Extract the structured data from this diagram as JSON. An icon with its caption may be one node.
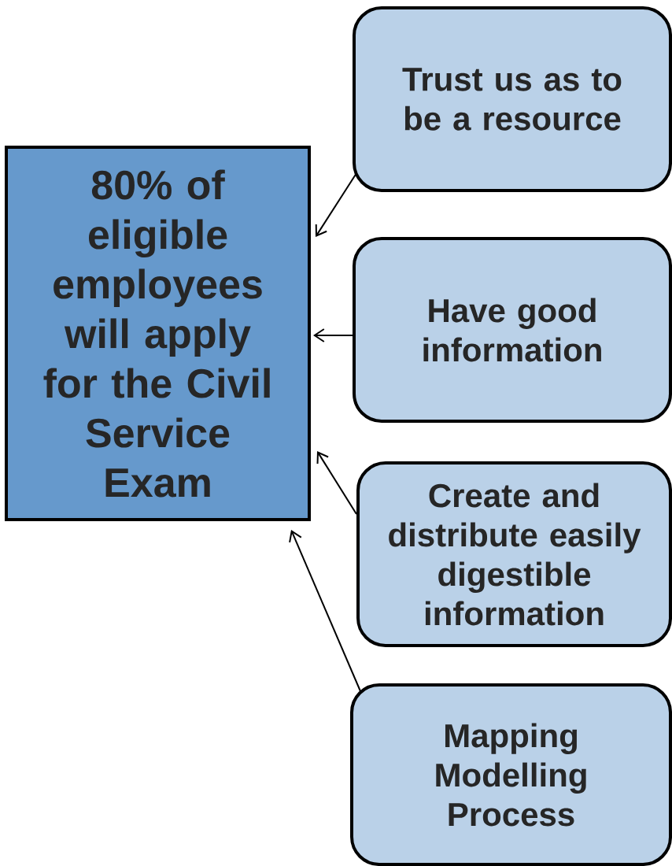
{
  "diagram": {
    "nodes": [
      {
        "text": [
          "80% of eligible employees will apply for the Civil Service Exam"
        ]
      },
      {
        "text": [
          "Trust us as to be a resource"
        ]
      },
      {
        "text": [
          "Have good information"
        ]
      },
      {
        "text": [
          "Create and distribute easily digestible information"
        ]
      },
      {
        "text": [
          "Mapping Modelling Process"
        ]
      }
    ],
    "edges": [
      {
        "from": 1,
        "to": 0,
        "arrow": "to"
      },
      {
        "from": 2,
        "to": 0,
        "arrow": "to"
      },
      {
        "from": 3,
        "to": 0,
        "arrow": "to"
      },
      {
        "from": 4,
        "to": 0,
        "arrow": "to"
      }
    ]
  }
}
